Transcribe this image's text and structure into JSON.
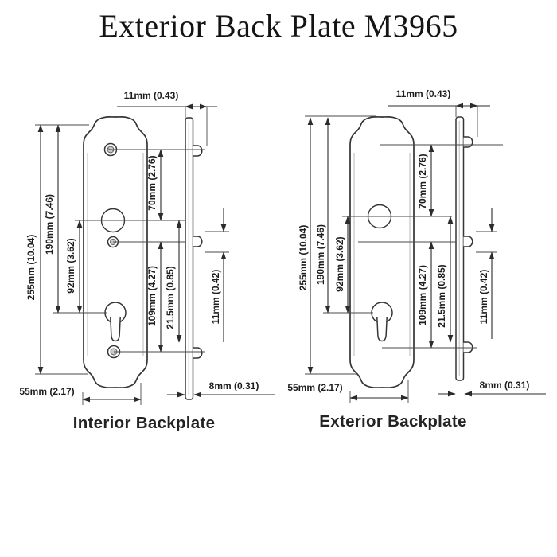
{
  "title": "Exterior Back Plate M3965",
  "diagrams": [
    {
      "caption": "Interior Backplate",
      "dims": {
        "stile_depth": "11mm (0.43)",
        "overall_height": "255mm (10.04)",
        "upper_span": "190mm (7.46)",
        "handle_to_cylinder": "92mm (3.62)",
        "screw_to_handle": "70mm (2.76)",
        "cylinder_to_screw": "109mm (4.27)",
        "handle_to_screw": "21.5mm (0.85)",
        "boss_height": "11mm (0.42)",
        "plate_width": "55mm (2.17)",
        "plate_thickness": "8mm (0.31)"
      }
    },
    {
      "caption": "Exterior Backplate",
      "dims": {
        "stile_depth": "11mm (0.43)",
        "overall_height": "255mm (10.04)",
        "upper_span": "190mm (7.46)",
        "handle_to_cylinder": "92mm (3.62)",
        "screw_to_handle": "70mm (2.76)",
        "cylinder_to_screw": "109mm (4.27)",
        "handle_to_screw": "21.5mm (0.85)",
        "boss_height": "11mm (0.42)",
        "plate_width": "55mm (2.17)",
        "plate_thickness": "8mm (0.31)"
      }
    }
  ]
}
